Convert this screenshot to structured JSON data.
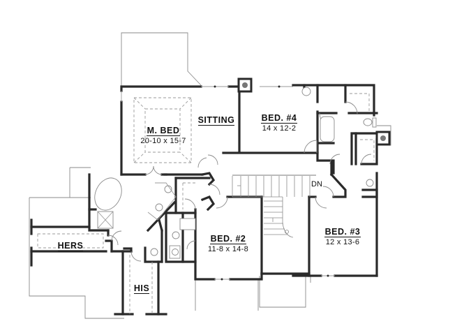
{
  "plan": {
    "type": "second-floor-plan",
    "rooms": [
      {
        "id": "master",
        "name": "M. BED",
        "dims": "20-10 x 15-7"
      },
      {
        "id": "sitting",
        "name": "SITTING"
      },
      {
        "id": "bed4",
        "name": "BED. #4",
        "dims": "14 x 12-2"
      },
      {
        "id": "bed2",
        "name": "BED. #2",
        "dims": "11-8 x 14-8"
      },
      {
        "id": "bed3",
        "name": "BED. #3",
        "dims": "12 x 13-6"
      },
      {
        "id": "hers",
        "name": "HERS"
      },
      {
        "id": "his",
        "name": "HIS"
      }
    ],
    "stair_label": "DN",
    "colors": {
      "wall": "#2a2a2a",
      "line": "#9a9a9a",
      "background": "#ffffff"
    }
  }
}
